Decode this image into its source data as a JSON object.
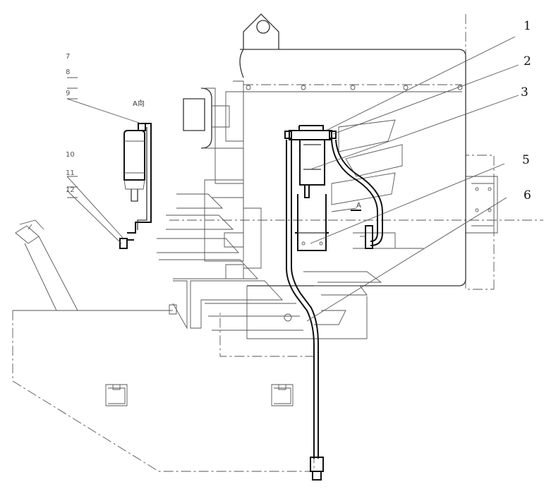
{
  "view_label": "A向",
  "arrow_label": "A",
  "callouts": [
    {
      "id": "1",
      "label": "1"
    },
    {
      "id": "2",
      "label": "2"
    },
    {
      "id": "3",
      "label": "3"
    },
    {
      "id": "5",
      "label": "5"
    },
    {
      "id": "6",
      "label": "6"
    }
  ],
  "detail_callouts": [
    {
      "id": "7",
      "label": "7"
    },
    {
      "id": "8",
      "label": "8"
    },
    {
      "id": "9",
      "label": "9"
    },
    {
      "id": "10",
      "label": "10"
    },
    {
      "id": "11",
      "label": "11"
    },
    {
      "id": "12",
      "label": "12"
    }
  ]
}
